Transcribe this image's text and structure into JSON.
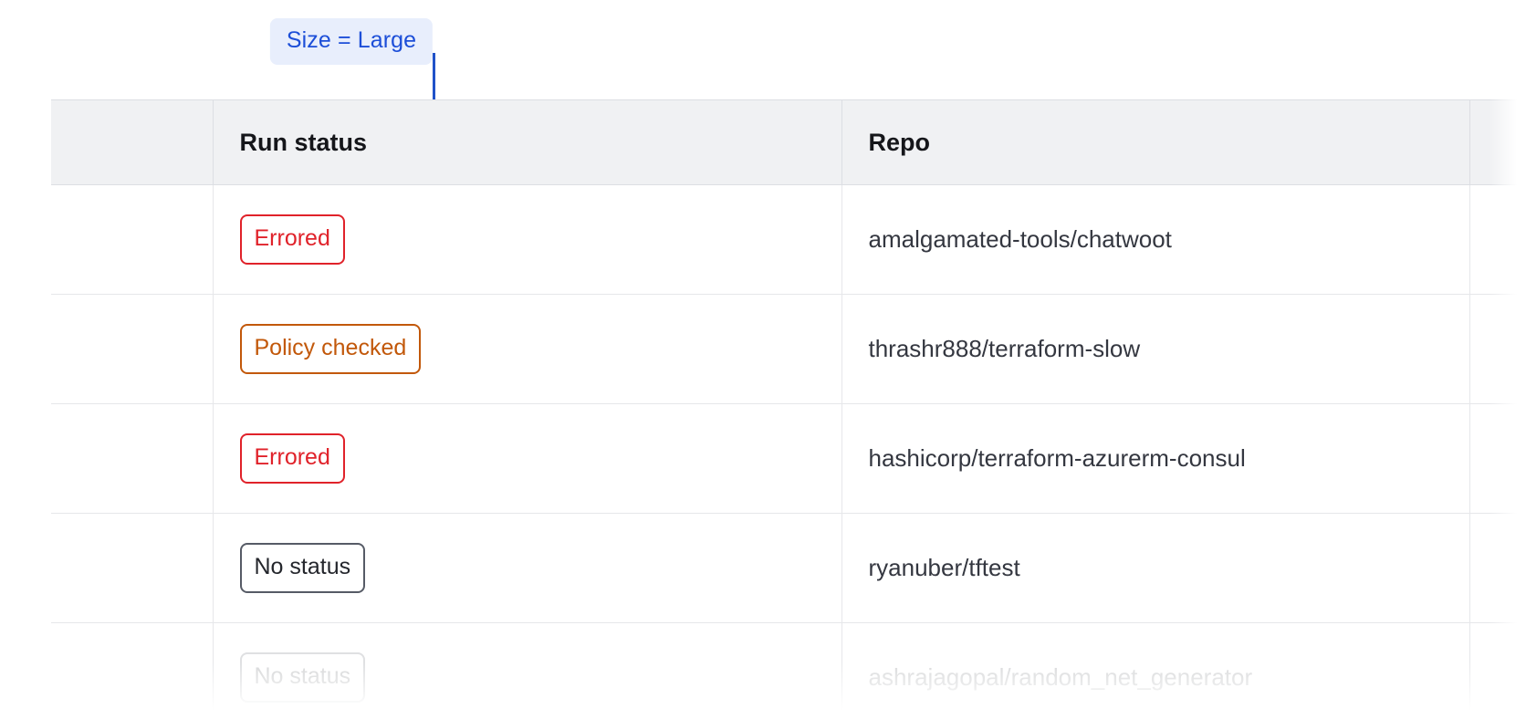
{
  "annotation": {
    "label": "Size = Large",
    "accent_color": "#2052c9",
    "background_color": "#e8eefc"
  },
  "table": {
    "columns": [
      {
        "key": "spacer",
        "label": ""
      },
      {
        "key": "gutter",
        "label": ""
      },
      {
        "key": "status",
        "label": "Run status"
      },
      {
        "key": "repo",
        "label": "Repo"
      },
      {
        "key": "tail",
        "label": ""
      }
    ],
    "rows": [
      {
        "status": "Errored",
        "status_variant": "errored",
        "repo": "amalgamated-tools/chatwoot",
        "faded": false
      },
      {
        "status": "Policy checked",
        "status_variant": "policy",
        "repo": "thrashr888/terraform-slow",
        "faded": false
      },
      {
        "status": "Errored",
        "status_variant": "errored",
        "repo": "hashicorp/terraform-azurerm-consul",
        "faded": false
      },
      {
        "status": "No status",
        "status_variant": "none",
        "repo": "ryanuber/tftest",
        "faded": false
      },
      {
        "status": "No status",
        "status_variant": "none",
        "repo": "ashrajagopal/random_net_generator",
        "faded": true
      }
    ]
  },
  "colors": {
    "errored": "#e0222a",
    "policy_checked": "#c2580a",
    "no_status": "#565b66",
    "header_background": "#f0f1f3",
    "border": "#dcdee3",
    "row_border": "#e6e7ea",
    "text": "#343740"
  }
}
